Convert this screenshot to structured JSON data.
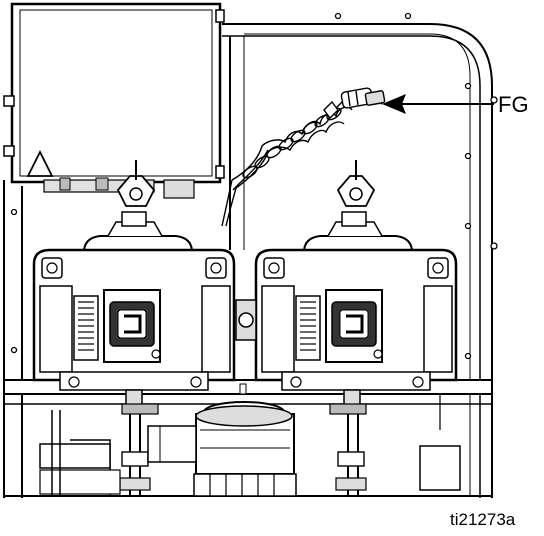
{
  "callouts": [
    {
      "id": "FG",
      "label": "FG"
    }
  ],
  "figure_id": "ti21273a",
  "colors": {
    "line": "#000000",
    "body_fill": "#ffffff",
    "shade": "#d4d4d4",
    "shade_dark": "#a8a8a8",
    "dark": "#222222"
  }
}
